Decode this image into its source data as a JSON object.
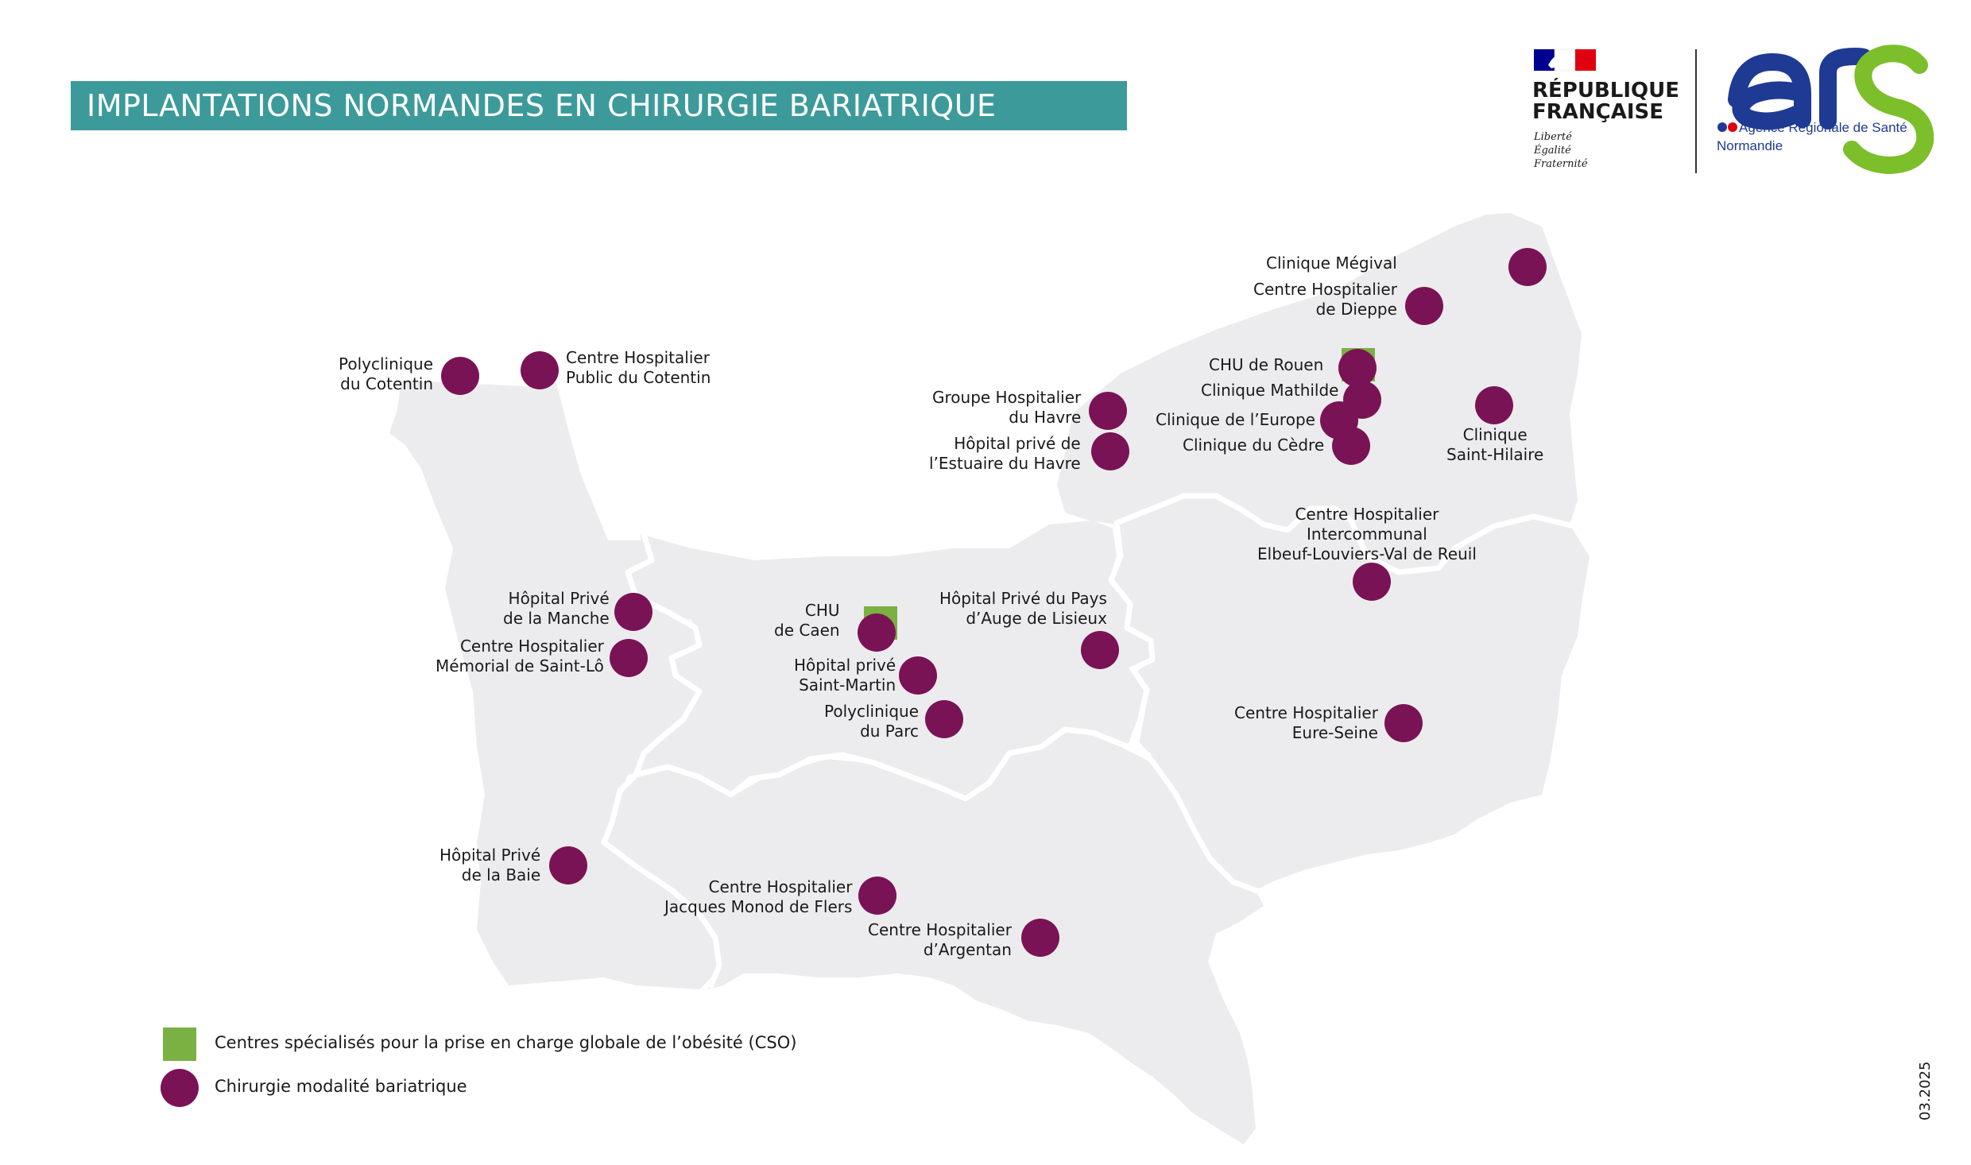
{
  "title": "IMPLANTATIONS NORMANDES EN CHIRURGIE BARIATRIQUE",
  "colors": {
    "banner": "#3d9a9a",
    "region_fill": "#ececee",
    "department_border": "#ffffff",
    "bariatric_marker": "#7a1355",
    "cso_marker": "#7bb043",
    "ars_blue": "#1f3a93",
    "ars_green": "#7cbf2a"
  },
  "logos": {
    "republique": {
      "line1": "RÉPUBLIQUE",
      "line2": "FRANÇAISE",
      "motto1": "Liberté",
      "motto2": "Égalité",
      "motto3": "Fraternité"
    },
    "ars": {
      "wordmark": "ars",
      "line1": "Agence Régionale de Santé",
      "line2": "Normandie"
    }
  },
  "sites": [
    {
      "id": "clinique-megival",
      "lines": [
        "Clinique Mégival"
      ],
      "types": [
        "bariatric"
      ]
    },
    {
      "id": "ch-dieppe",
      "lines": [
        "Centre Hospitalier",
        "de Dieppe"
      ],
      "types": [
        "bariatric"
      ]
    },
    {
      "id": "chu-rouen",
      "lines": [
        "CHU de Rouen"
      ],
      "types": [
        "bariatric",
        "cso"
      ]
    },
    {
      "id": "clinique-mathilde",
      "lines": [
        "Clinique Mathilde"
      ],
      "types": [
        "bariatric"
      ]
    },
    {
      "id": "clinique-europe",
      "lines": [
        "Clinique de l’Europe"
      ],
      "types": [
        "bariatric"
      ]
    },
    {
      "id": "clinique-cedre",
      "lines": [
        "Clinique du Cèdre"
      ],
      "types": [
        "bariatric"
      ]
    },
    {
      "id": "clinique-saint-hilaire",
      "lines": [
        "Clinique",
        "Saint-Hilaire"
      ],
      "types": [
        "bariatric"
      ]
    },
    {
      "id": "gh-havre",
      "lines": [
        "Groupe Hospitalier",
        "du Havre"
      ],
      "types": [
        "bariatric"
      ]
    },
    {
      "id": "hp-estuaire-havre",
      "lines": [
        "Hôpital privé de",
        "l’Estuaire du Havre"
      ],
      "types": [
        "bariatric"
      ]
    },
    {
      "id": "chi-elbeuf",
      "lines": [
        "Centre Hospitalier",
        "Intercommunal",
        "Elbeuf-Louviers-Val de Reuil"
      ],
      "types": [
        "bariatric"
      ]
    },
    {
      "id": "polyclinique-cotentin",
      "lines": [
        "Polyclinique",
        "du Cotentin"
      ],
      "types": [
        "bariatric"
      ]
    },
    {
      "id": "chp-cotentin",
      "lines": [
        "Centre Hospitalier",
        "Public du Cotentin"
      ],
      "types": [
        "bariatric"
      ]
    },
    {
      "id": "hp-manche",
      "lines": [
        "Hôpital Privé",
        "de la Manche"
      ],
      "types": [
        "bariatric"
      ]
    },
    {
      "id": "ch-saint-lo",
      "lines": [
        "Centre Hospitalier",
        "Mémorial de Saint-Lô"
      ],
      "types": [
        "bariatric"
      ]
    },
    {
      "id": "chu-caen",
      "lines": [
        "CHU",
        "de Caen"
      ],
      "types": [
        "bariatric",
        "cso"
      ]
    },
    {
      "id": "hp-saint-martin",
      "lines": [
        "Hôpital privé",
        "Saint-Martin"
      ],
      "types": [
        "bariatric"
      ]
    },
    {
      "id": "polyclinique-parc",
      "lines": [
        "Polyclinique",
        "du Parc"
      ],
      "types": [
        "bariatric"
      ]
    },
    {
      "id": "hp-pays-auge",
      "lines": [
        "Hôpital Privé du Pays",
        "d’Auge de Lisieux"
      ],
      "types": [
        "bariatric"
      ]
    },
    {
      "id": "ch-eure-seine",
      "lines": [
        "Centre Hospitalier",
        "Eure-Seine"
      ],
      "types": [
        "bariatric"
      ]
    },
    {
      "id": "hp-baie",
      "lines": [
        "Hôpital Privé",
        "de la Baie"
      ],
      "types": [
        "bariatric"
      ]
    },
    {
      "id": "ch-flers",
      "lines": [
        "Centre Hospitalier",
        "Jacques Monod de Flers"
      ],
      "types": [
        "bariatric"
      ]
    },
    {
      "id": "ch-argentan",
      "lines": [
        "Centre Hospitalier",
        "d’Argentan"
      ],
      "types": [
        "bariatric"
      ]
    }
  ],
  "legend": {
    "cso_label": "Centres spécialisés pour la prise en charge globale de l’obésité (CSO)",
    "bariatric_label": "Chirurgie modalité bariatrique"
  },
  "date": "03.2025"
}
